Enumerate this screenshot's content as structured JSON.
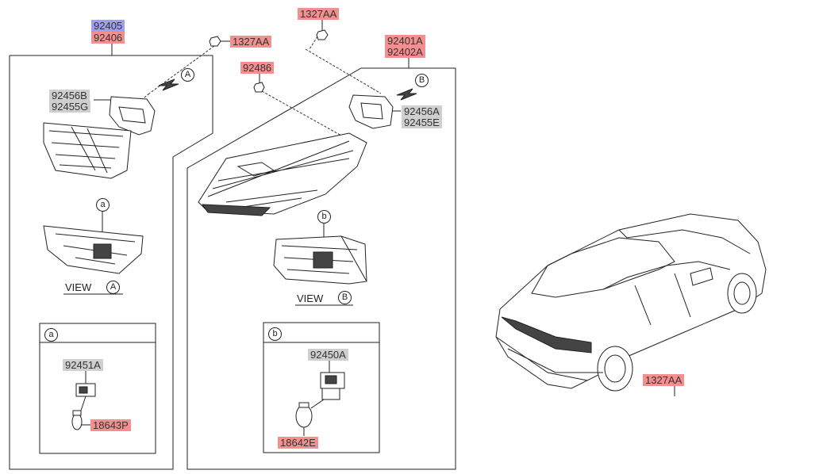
{
  "labels": {
    "p92405": "92405",
    "p92406": "92406",
    "p1327AA_left": "1327AA",
    "p1327AA_top": "1327AA",
    "p92401A": "92401A",
    "p92402A": "92402A",
    "p92486": "92486",
    "p92456B": "92456B",
    "p92455G": "92455G",
    "p92456A": "92456A",
    "p92455E": "92455E",
    "p92451A": "92451A",
    "p18643P": "18643P",
    "p92450A": "92450A",
    "p18642E": "18642E",
    "p1327AA_car": "1327AA"
  },
  "views": {
    "view_a": "VIEW",
    "view_b": "VIEW",
    "marker_A": "A",
    "marker_B": "B",
    "marker_a": "a",
    "marker_b": "b"
  },
  "colors": {
    "red_label": "#f48f8f",
    "gray_label": "#cfcfcf",
    "blue_label": "#9e9ef2"
  }
}
